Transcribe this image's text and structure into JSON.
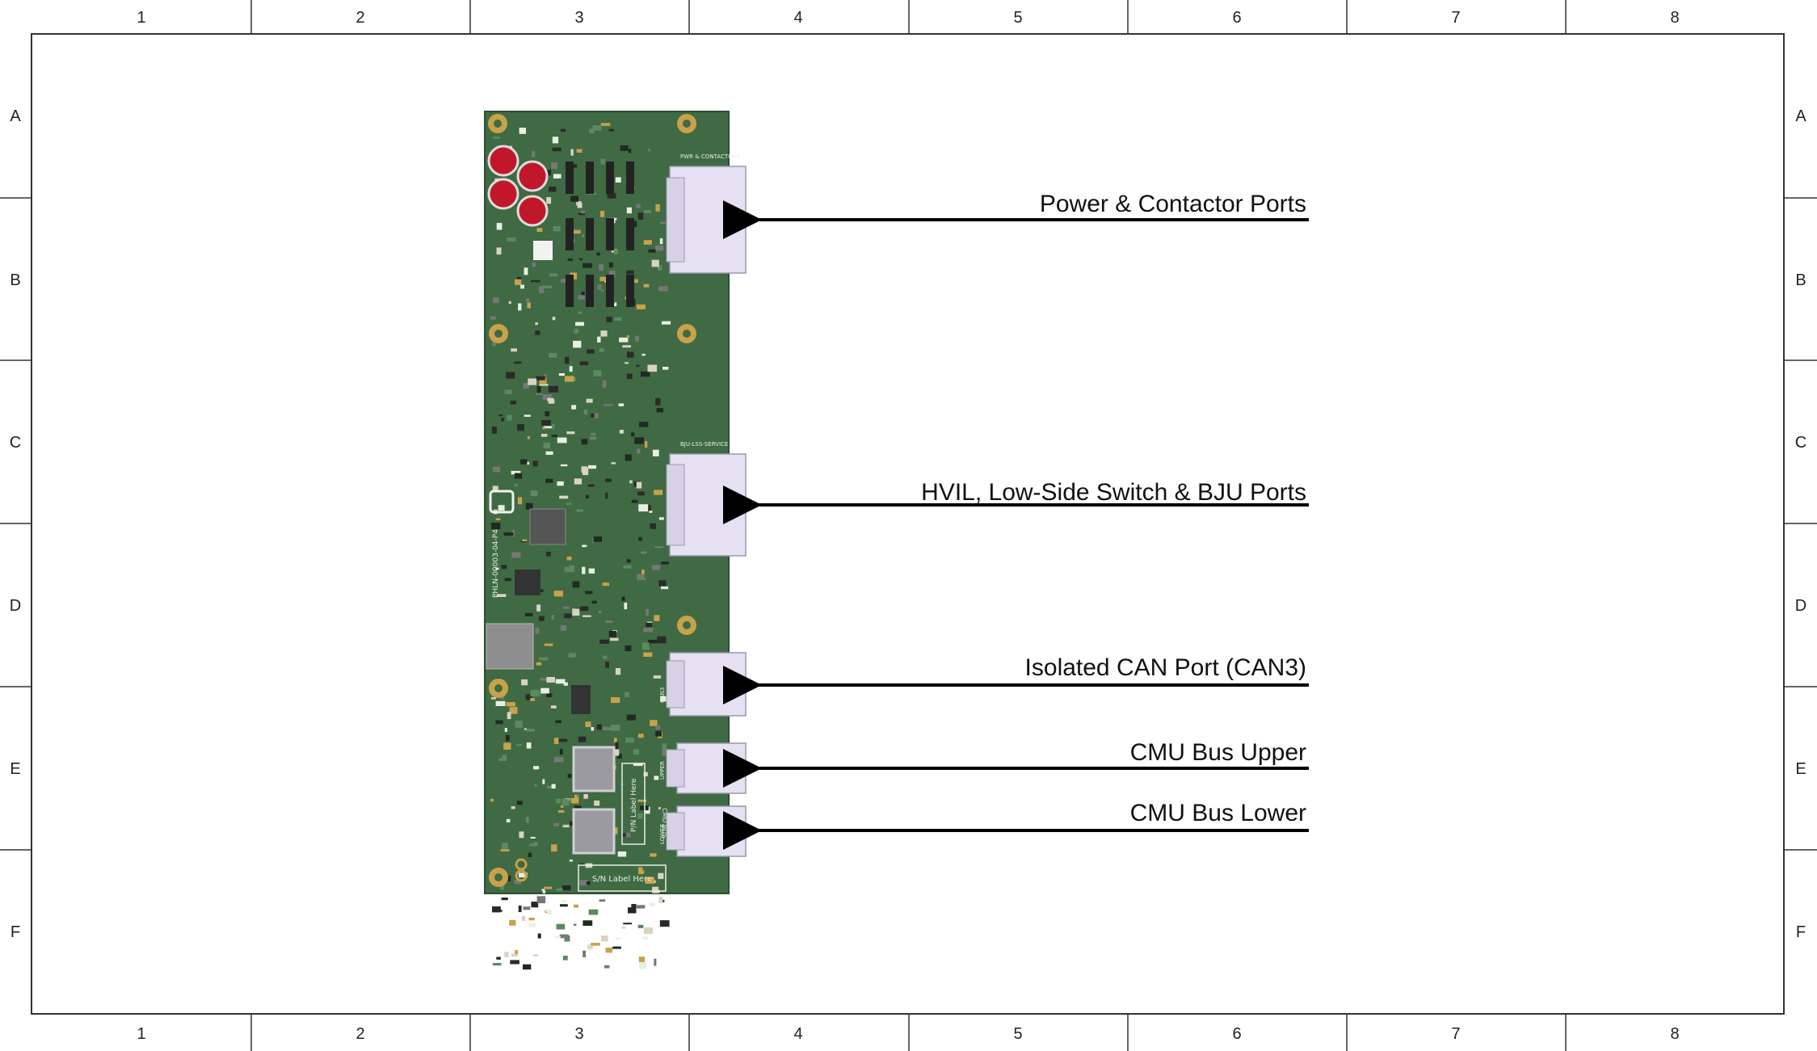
{
  "frame": {
    "columns": [
      "1",
      "2",
      "3",
      "4",
      "5",
      "6",
      "7",
      "8"
    ],
    "rows": [
      "A",
      "B",
      "C",
      "D",
      "E",
      "F"
    ]
  },
  "board": {
    "part_number": "PHLN-00003-04-P4",
    "sn_label": "S/N Label Here",
    "pn_label": "P/N Label Here",
    "connector_silk": {
      "power": "PWR & CONTACTORS",
      "hvil": "BJU-LSS-SERVICE",
      "can": "CAN3",
      "cmu_upper": "UPPER",
      "cmu_lower": "LOWER",
      "cmu_bus": "CMU BUS"
    },
    "colors": {
      "pcb": "#3f6a44",
      "silkscreen": "#e8efe4",
      "connector": "#e6e1f2",
      "capacitor": "#c0182a",
      "gold": "#c8a24a"
    }
  },
  "callouts": [
    {
      "id": "power-contactor",
      "label": "Power & Contactor Ports"
    },
    {
      "id": "hvil-lss-bju",
      "label": "HVIL, Low-Side Switch & BJU Ports"
    },
    {
      "id": "isolated-can",
      "label": "Isolated CAN Port (CAN3)"
    },
    {
      "id": "cmu-bus-upper",
      "label": "CMU Bus Upper"
    },
    {
      "id": "cmu-bus-lower",
      "label": "CMU Bus Lower"
    }
  ]
}
